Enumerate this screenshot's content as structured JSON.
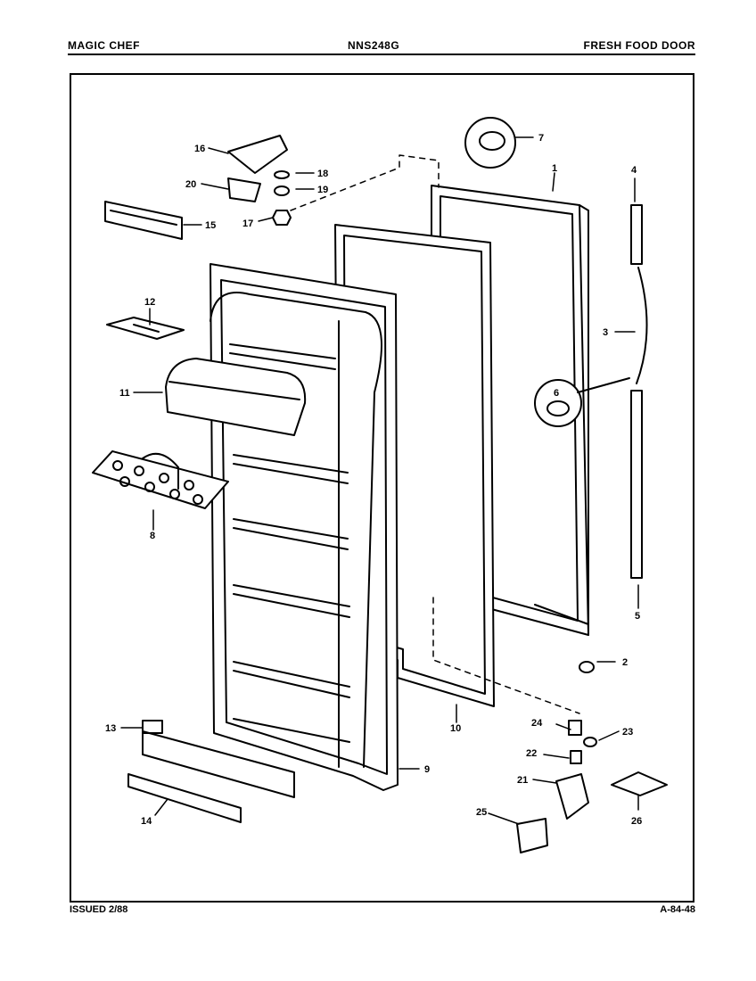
{
  "header": {
    "brand": "MAGIC CHEF",
    "model": "NNS248G",
    "section": "FRESH FOOD DOOR"
  },
  "footer": {
    "issued": "ISSUED 2/88",
    "code": "A-84-48"
  },
  "callouts": {
    "c1": "1",
    "c2": "2",
    "c3": "3",
    "c4": "4",
    "c5": "5",
    "c6": "6",
    "c7": "7",
    "c8": "8",
    "c9": "9",
    "c10": "10",
    "c11": "11",
    "c12": "12",
    "c13": "13",
    "c14": "14",
    "c15": "15",
    "c16": "16",
    "c17": "17",
    "c18": "18",
    "c19": "19",
    "c20": "20",
    "c21": "21",
    "c22": "22",
    "c23": "23",
    "c24": "24",
    "c25": "25",
    "c26": "26"
  }
}
